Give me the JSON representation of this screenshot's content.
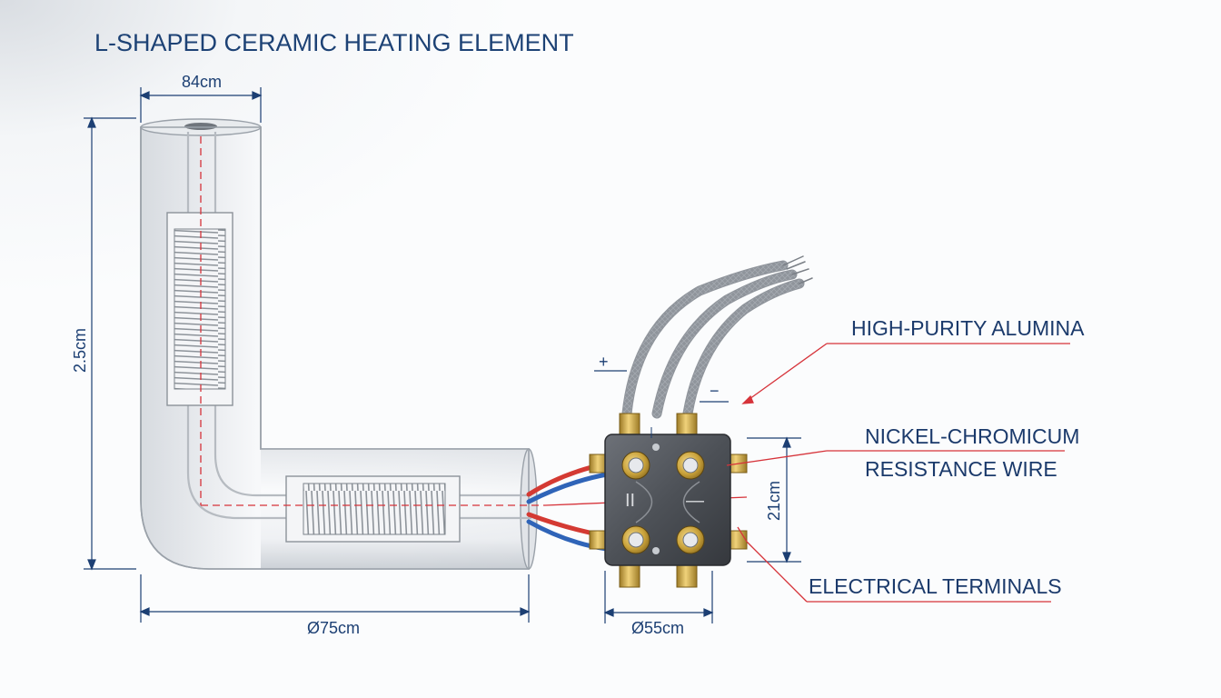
{
  "title": "L-SHAPED CERAMIC HEATING ELEMENT",
  "dimensions": {
    "top_width": "84cm",
    "height": "2.5cm",
    "bottom_width": "Ø75cm",
    "box_width": "Ø55cm",
    "box_height": "21cm"
  },
  "callouts": {
    "alumina": "HIGH-PURITY ALUMINA",
    "nichrome_line1": "NICKEL-CHROMICUM",
    "nichrome_line2": "RESISTANCE WIRE",
    "terminals": "ELECTRICAL TERMINALS"
  },
  "symbols": {
    "plus": "+",
    "minus": "−"
  },
  "colors": {
    "dimension": "#1c3f73",
    "callout_line": "#d6333a",
    "brass": "#c9a23a",
    "wire_red": "#d43a33",
    "wire_blue": "#2f64b8"
  }
}
